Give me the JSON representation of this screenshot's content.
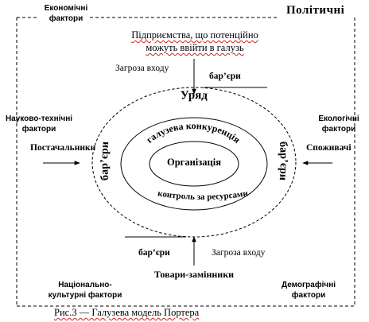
{
  "corners": {
    "top_left": "Економічні\nфактори",
    "top_right": "Політичні",
    "mid_left": "Науково-технічні\nфактори",
    "mid_right": "Екологічні\nфактори",
    "bottom_left": "Національно-\nкультурні  фактори",
    "bottom_right": "Демографічні\nфактори"
  },
  "entrants": {
    "line1": "Підприємства, що потенційно",
    "line2": "можуть ввійти в галузь",
    "threat": "Загроза входу",
    "barrier": "бар’єри"
  },
  "substitutes": {
    "label": "Товари-замінники",
    "threat": "Загроза входу",
    "barrier": "бар’єри"
  },
  "suppliers": "Постачальники",
  "consumers": "Споживачі",
  "ring": {
    "government": "Уряд",
    "barrier_left": "бар’єри",
    "barrier_right": "бар’єри",
    "resources": "контроль за ресурсами"
  },
  "competition": "галузева конкуренція",
  "organization": "Організація",
  "caption": "Рис.3 — Галузева модель Портера"
}
